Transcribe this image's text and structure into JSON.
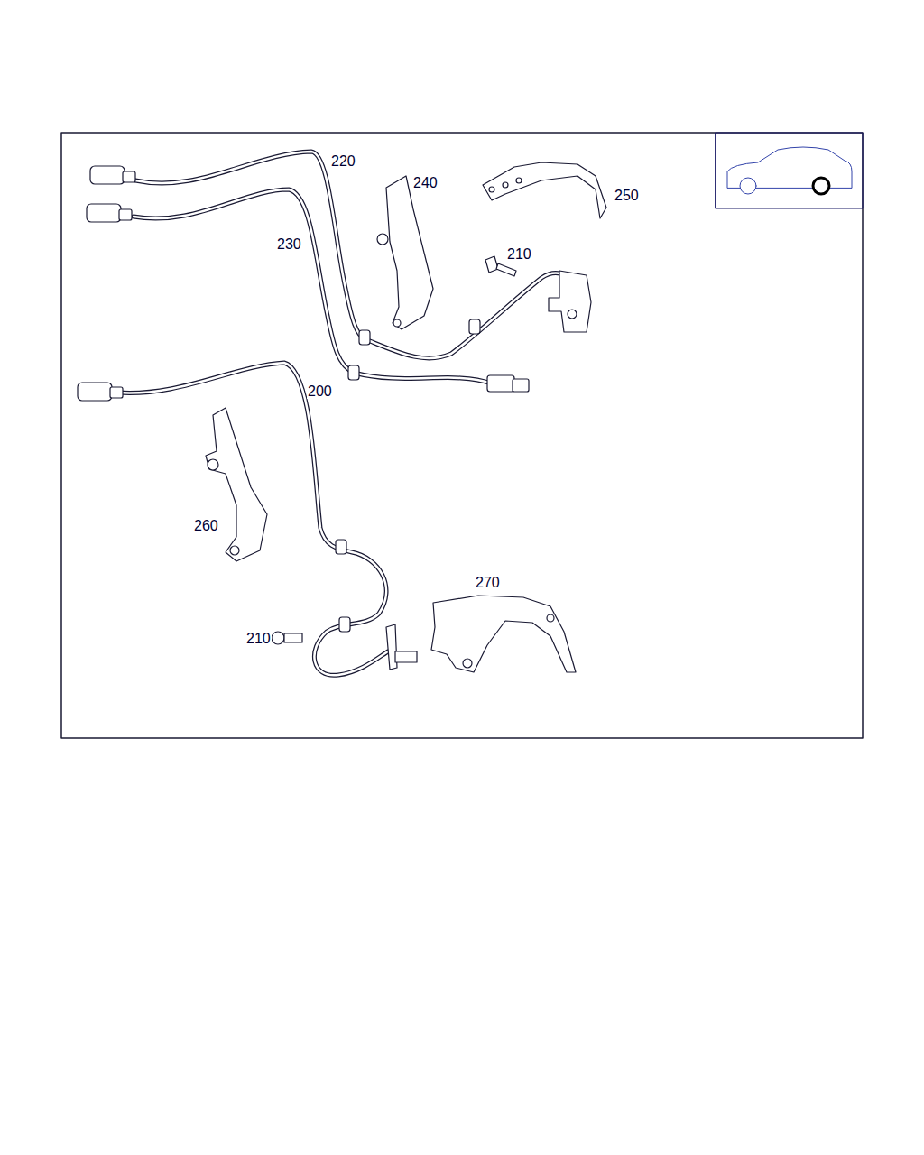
{
  "diagram": {
    "labels": [
      "220",
      "240",
      "250",
      "230",
      "210",
      "200",
      "260",
      "270",
      "210"
    ]
  }
}
